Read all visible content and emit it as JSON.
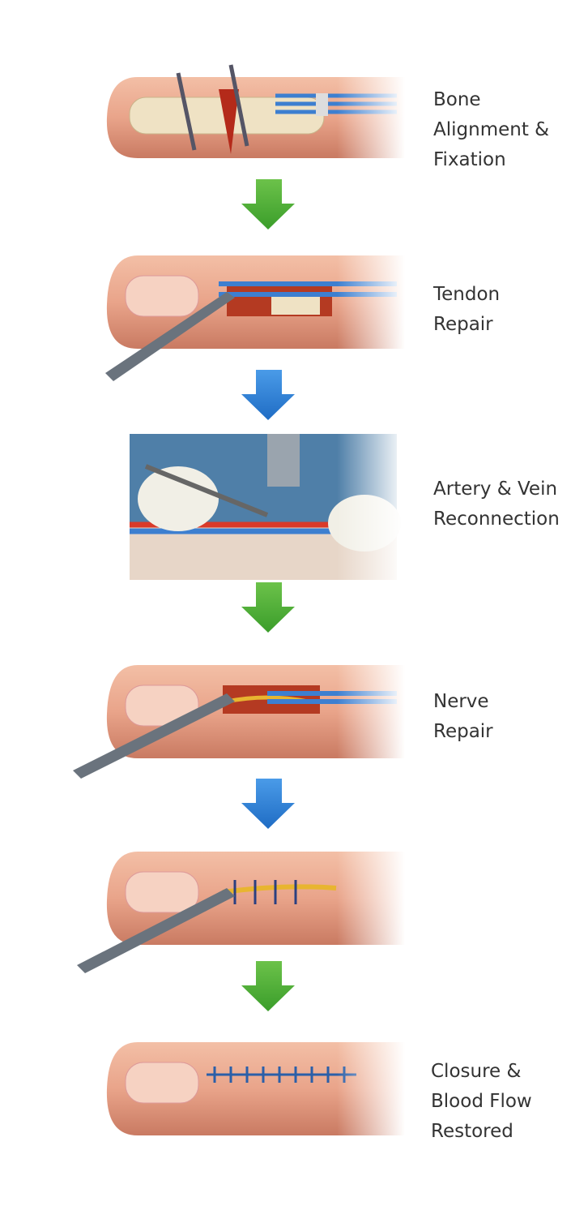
{
  "steps": [
    {
      "label_lines": [
        "Bone",
        "Alignment &",
        "Fixation"
      ]
    },
    {
      "label_lines": [
        "Tendon",
        "Repair"
      ]
    },
    {
      "label_lines": [
        "Artery & Vein",
        "Reconnection"
      ]
    },
    {
      "label_lines": [
        "Nerve",
        "Repair"
      ]
    },
    {
      "label_lines": []
    },
    {
      "label_lines": [
        "Closure &",
        "Blood Flow",
        "Restored"
      ]
    }
  ],
  "arrows": [
    {
      "color": "#4caf32",
      "icon": "arrow-down-icon"
    },
    {
      "color": "#2a7fd8",
      "icon": "arrow-down-icon"
    },
    {
      "color": "#4caf32",
      "icon": "arrow-down-icon"
    },
    {
      "color": "#2a7fd8",
      "icon": "arrow-down-icon"
    },
    {
      "color": "#4caf32",
      "icon": "arrow-down-icon"
    }
  ],
  "colors": {
    "skin": "#e9a48a",
    "tendon": "#3d7fd0",
    "artery": "#d93a2a",
    "nerve": "#e8b530",
    "text": "#333333"
  }
}
